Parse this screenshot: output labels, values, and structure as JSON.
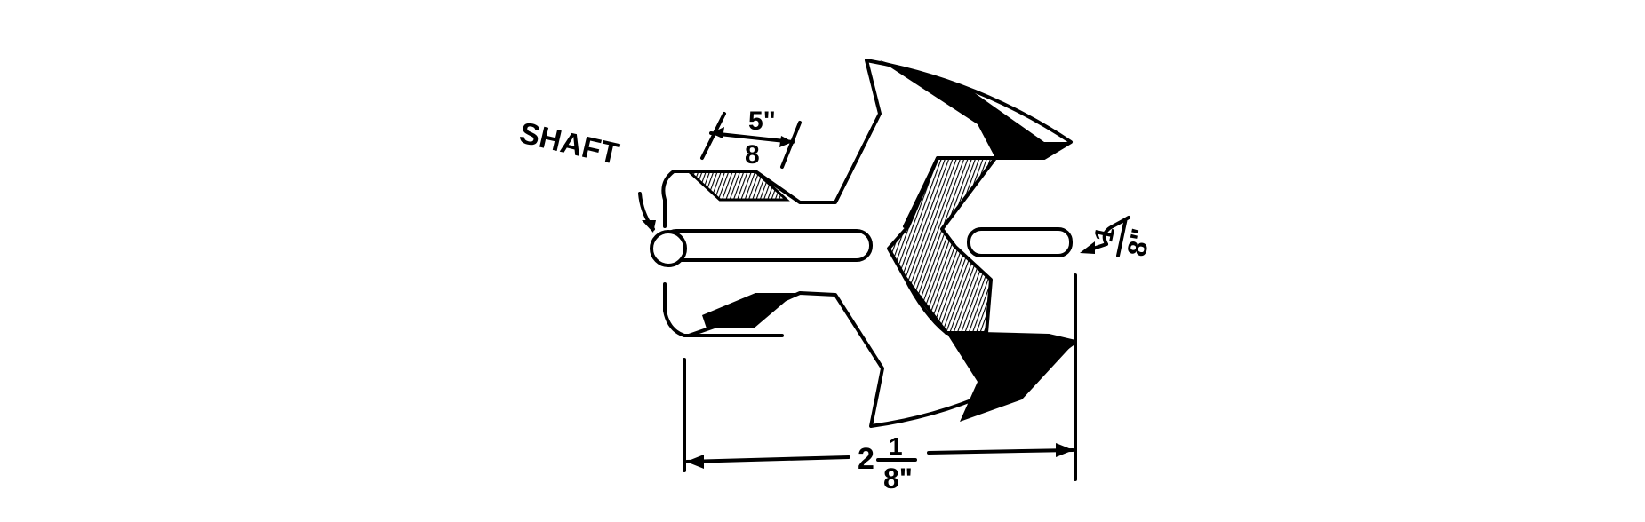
{
  "labels": {
    "shaft": "SHAFT",
    "thickness_num": "5\"",
    "thickness_den": "8",
    "offset_num": "1",
    "offset_den": "8\"",
    "width_whole": "2",
    "width_num": "1",
    "width_den": "8\""
  },
  "colors": {
    "ink": "#000000",
    "paper": "#ffffff"
  }
}
